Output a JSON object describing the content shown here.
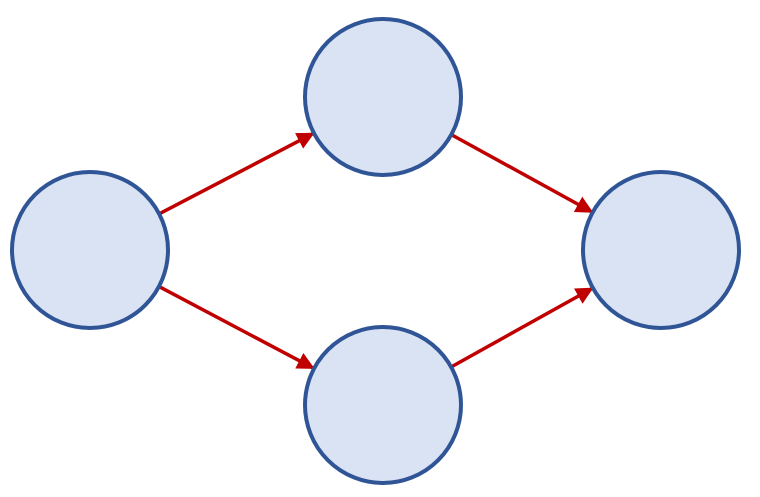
{
  "diagram": {
    "colors": {
      "background": "#ffffff",
      "node_fill": "#dae3f3",
      "node_stroke": "#2f5597",
      "edge": "#c00000"
    },
    "nodes": [
      {
        "id": "left",
        "label": ""
      },
      {
        "id": "top",
        "label": ""
      },
      {
        "id": "bottom",
        "label": ""
      },
      {
        "id": "right",
        "label": ""
      }
    ],
    "edges": [
      {
        "from": "left",
        "to": "top",
        "directed": true
      },
      {
        "from": "left",
        "to": "bottom",
        "directed": true
      },
      {
        "from": "top",
        "to": "right",
        "directed": true
      },
      {
        "from": "bottom",
        "to": "right",
        "directed": true
      }
    ]
  }
}
